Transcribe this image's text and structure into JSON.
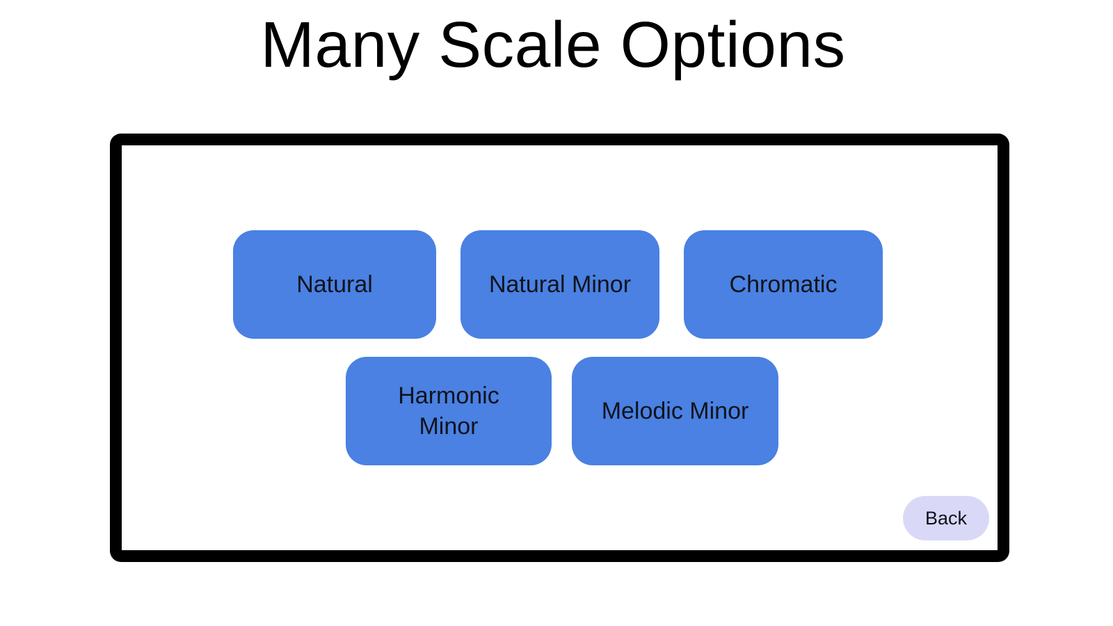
{
  "title": "Many Scale Options",
  "panel": {
    "border_color": "#000000",
    "background": "#ffffff"
  },
  "scale_buttons": [
    {
      "label": "Natural"
    },
    {
      "label": "Natural Minor"
    },
    {
      "label": "Chromatic"
    },
    {
      "label": "Harmonic\nMinor"
    },
    {
      "label": "Melodic Minor"
    }
  ],
  "back_button": {
    "label": "Back",
    "background": "#d9d9f7"
  },
  "colors": {
    "button_blue": "#4a81e2",
    "button_text": "#10131c",
    "title_text": "#000000"
  }
}
